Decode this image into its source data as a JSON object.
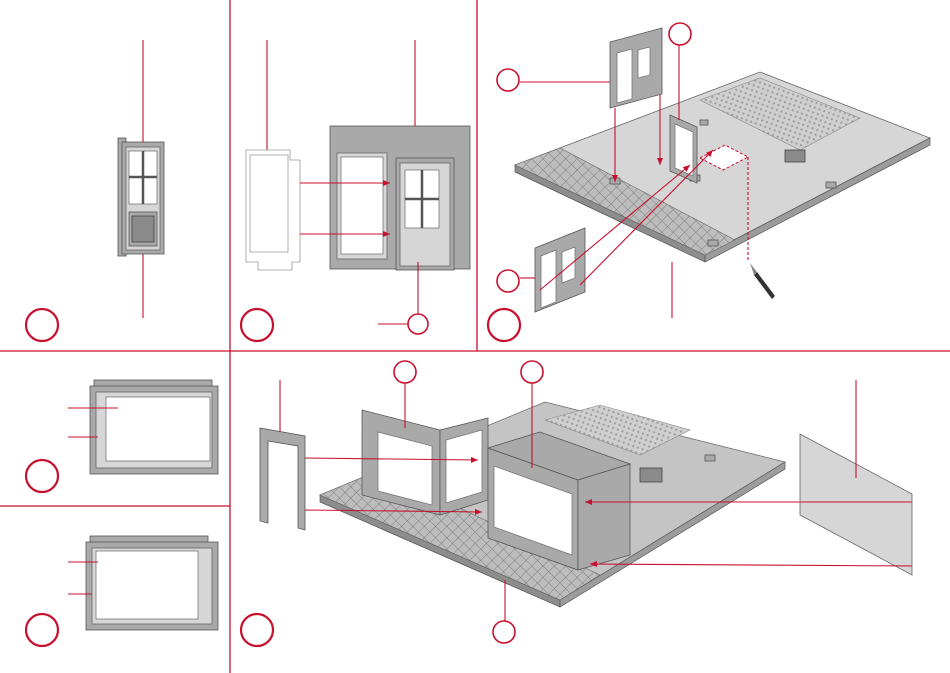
{
  "document": {
    "type": "assembly-instructions",
    "accent_color": "#c8102e",
    "part_color": "#a9a9a9",
    "glass_color": "#ffffff",
    "panels": [
      {
        "id": "door-unit",
        "step_label": ""
      },
      {
        "id": "door-glazing",
        "step_label": ""
      },
      {
        "id": "walls-on-base",
        "step_label": ""
      },
      {
        "id": "window-glazing-a",
        "step_label": ""
      },
      {
        "id": "window-glazing-b",
        "step_label": ""
      },
      {
        "id": "shop-front-assembly",
        "step_label": ""
      }
    ],
    "icons": [
      "cutting-knife-icon"
    ]
  }
}
